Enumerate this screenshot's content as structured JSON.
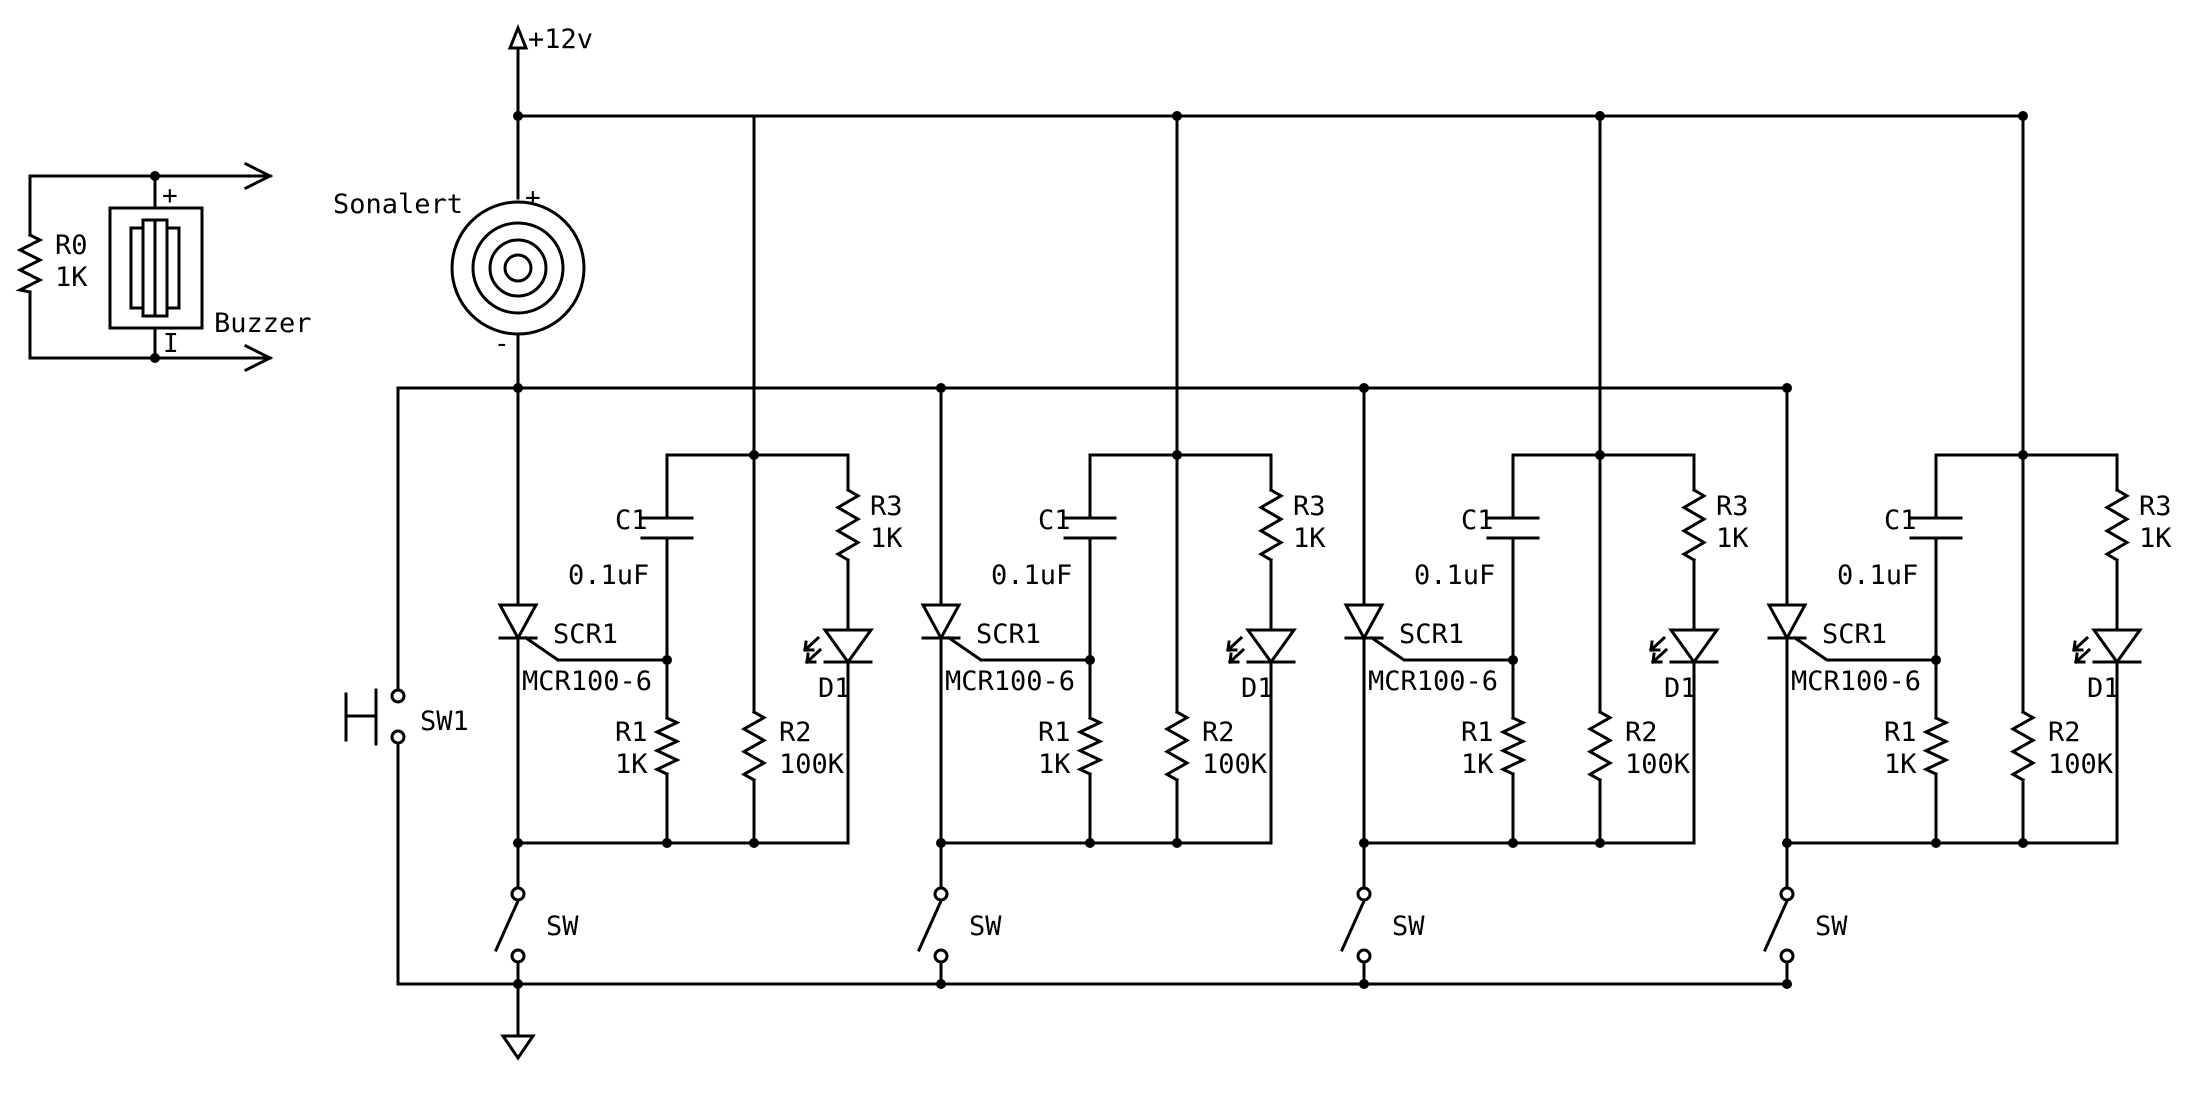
{
  "supply": {
    "label": "+12v"
  },
  "sonalert": {
    "label": "Sonalert",
    "plus": "+",
    "minus": "-"
  },
  "buzzer": {
    "label": "Buzzer",
    "plus": "+",
    "minus": "I",
    "r_name": "R0",
    "r_value": "1K"
  },
  "master_switch": {
    "label": "SW1"
  },
  "stage_labels": {
    "c_name": "C1",
    "c_value": "0.1uF",
    "scr_name": "SCR1",
    "scr_part": "MCR100-6",
    "r3_name": "R3",
    "r3_value": "1K",
    "led_name": "D1",
    "r1_name": "R1",
    "r1_value": "1K",
    "r2_name": "R2",
    "r2_value": "100K",
    "sw_name": "SW"
  },
  "stage_count": 4,
  "icons": {
    "supply": "supply-arrow-icon",
    "ground": "ground-icon",
    "sonalert": "sonalert-icon",
    "buzzer": "piezo-buzzer-icon",
    "scr": "scr-icon",
    "led": "led-icon",
    "resistor": "resistor-icon",
    "capacitor": "capacitor-icon",
    "switch": "switch-icon",
    "pushbutton": "pushbutton-icon"
  },
  "colors": {
    "ink": "#000000",
    "background": "#ffffff"
  }
}
